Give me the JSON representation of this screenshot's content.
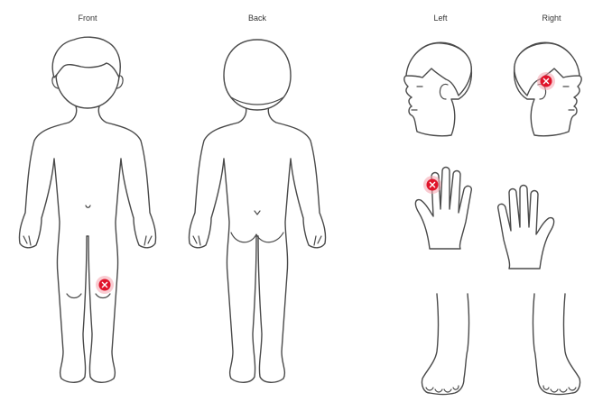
{
  "views": {
    "front": "Front",
    "back": "Back",
    "left": "Left",
    "right": "Right"
  },
  "colors": {
    "outline": "#4a4a4a",
    "marker": "#e0132a",
    "marker_halo": "#f4a3ad"
  },
  "markers": [
    {
      "region": "front-right-knee"
    },
    {
      "region": "right-head-temple"
    },
    {
      "region": "left-hand-index-finger"
    }
  ]
}
